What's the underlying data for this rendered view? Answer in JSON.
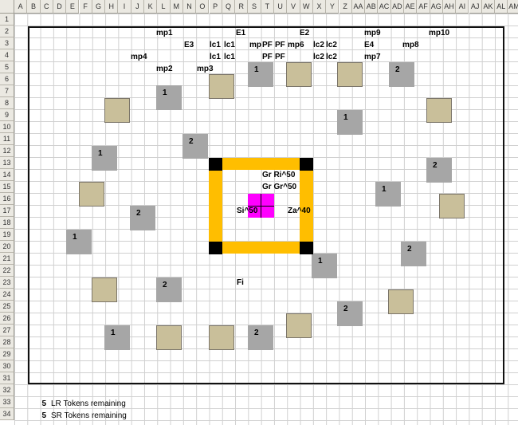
{
  "columns": [
    "A",
    "B",
    "C",
    "D",
    "E",
    "F",
    "G",
    "H",
    "I",
    "J",
    "K",
    "L",
    "M",
    "N",
    "O",
    "P",
    "Q",
    "R",
    "S",
    "T",
    "U",
    "V",
    "W",
    "X",
    "Y",
    "Z",
    "AA",
    "AB",
    "AC",
    "AD",
    "AE",
    "AF",
    "AG",
    "AH",
    "AI",
    "AJ",
    "AK",
    "AL",
    "AM"
  ],
  "rows": [
    "1",
    "2",
    "3",
    "4",
    "5",
    "6",
    "7",
    "8",
    "9",
    "10",
    "11",
    "12",
    "13",
    "14",
    "15",
    "16",
    "17",
    "18",
    "19",
    "20",
    "21",
    "22",
    "23",
    "24",
    "25",
    "26",
    "27",
    "28",
    "29",
    "30",
    "31",
    "32",
    "33",
    "34"
  ],
  "labels": {
    "mp1": "mp1",
    "e1": "E1",
    "e2": "E2",
    "mp9": "mp9",
    "mp10": "mp10",
    "e3": "E3",
    "lc1a": "lc1",
    "lc1b": "lc1",
    "mp_trunc": "mp",
    "pf1": "PF",
    "pf2": "PF",
    "mp6": "mp6",
    "lc2a": "lc2",
    "lc2b": "lc2",
    "e4": "E4",
    "mp8": "mp8",
    "mp4": "mp4",
    "lc1c": "lc1",
    "lc1d": "lc1",
    "pf3": "PF",
    "pf4": "PF",
    "lc2c": "lc2",
    "lc2d": "lc2",
    "mp7": "mp7",
    "mp2": "mp2",
    "mp3": "mp3",
    "gr_ri": "Gr Ri^50",
    "gr_gr": "Gr Gr^50",
    "si": "Si^50",
    "za": "Za^40",
    "fi": "Fi"
  },
  "gray_tiles": [
    "1",
    "2",
    "1",
    "1",
    "2",
    "1",
    "2",
    "1",
    "1",
    "2",
    "1",
    "2",
    "2",
    "2",
    "1",
    "2"
  ],
  "tokens": [
    {
      "count": "5",
      "label": "LR Tokens remaining"
    },
    {
      "count": "5",
      "label": "SR Tokens remaining"
    }
  ],
  "colors": {
    "gray_tile": "#a6a6a6",
    "tan_tile": "#c9bf9a",
    "ring": "#ffbe00",
    "core": "#ff00ff"
  }
}
